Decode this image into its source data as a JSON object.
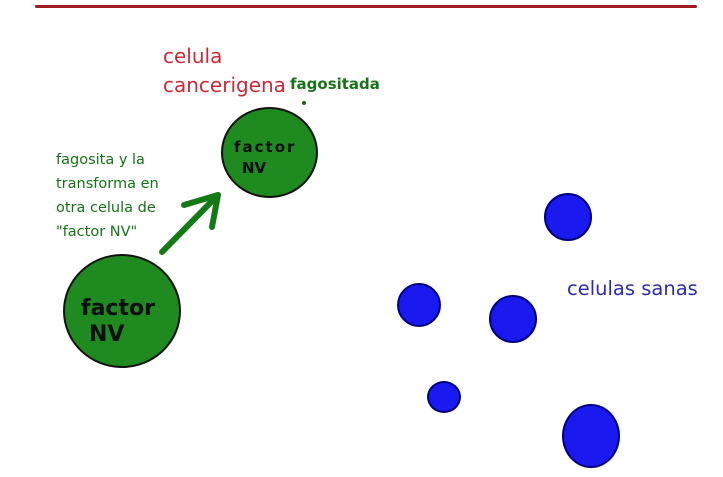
{
  "colors": {
    "red_text": "#cc2936",
    "dark_green_text": "#177317",
    "cell_green_fill": "#1f8a1f",
    "cell_outline": "#111111",
    "arrow_green": "#157a15",
    "healthy_blue_fill": "#1a1af0",
    "healthy_blue_outline": "#000080",
    "blue_text": "#2b2bad",
    "top_line_red": "#9e1b1e"
  },
  "labels": {
    "cancer_cell": {
      "line1": "celula",
      "line2": "cancerigena"
    },
    "fagositada": "fagositada",
    "process_note": {
      "line1": "fagosita y la",
      "line2": "transforma en",
      "line3": "otra celula de",
      "line4": "\"factor NV\""
    },
    "phagocytized_cell": {
      "line1": "factor",
      "line2": "NV"
    },
    "factor_nv_cell": {
      "line1": "factor",
      "line2": "NV"
    },
    "healthy_cells": "celulas sanas"
  }
}
